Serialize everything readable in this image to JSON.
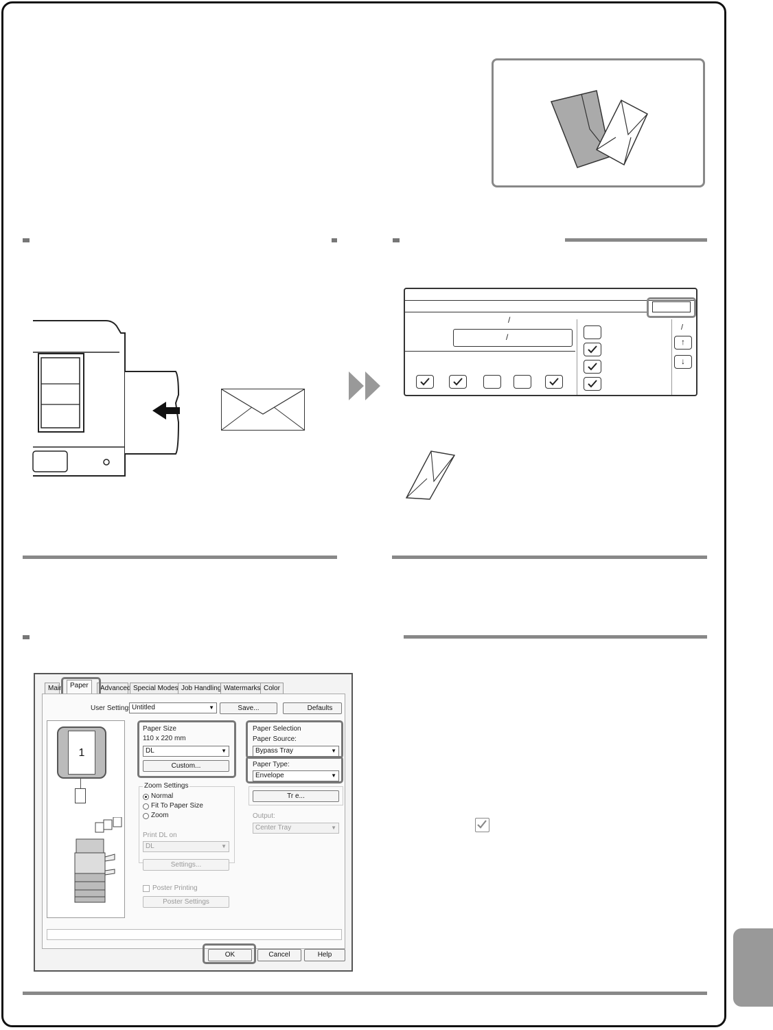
{
  "panel": {
    "slash_1": "/",
    "slash_2": "/",
    "slash_3": "/",
    "up_arrow": "↑",
    "down_arrow": "↓"
  },
  "dialog": {
    "tabs": [
      "Main",
      "Paper",
      "Advanced",
      "Special Modes",
      "Job Handling",
      "Watermarks",
      "Color"
    ],
    "user_settings_label": "User Settings:",
    "user_settings_value": "Untitled",
    "save_button": "Save...",
    "defaults_button": "Defaults",
    "preview_page_number": "1",
    "paper_size_label": "Paper Size",
    "paper_size_dims": "110 x 220 mm",
    "paper_size_value": "DL",
    "custom_button": "Custom...",
    "zoom_settings_label": "Zoom Settings",
    "zoom_normal": "Normal",
    "zoom_fit": "Fit To Paper Size",
    "zoom_zoom": "Zoom",
    "print_on_label": "Print DL on",
    "print_on_value": "DL",
    "settings_button": "Settings...",
    "poster_printing": "Poster Printing",
    "poster_settings_button": "Poster Settings",
    "paper_selection_label": "Paper Selection",
    "paper_source_label": "Paper Source:",
    "paper_source_value": "Bypass Tray",
    "paper_type_label": "Paper Type:",
    "paper_type_value": "Envelope",
    "tray_status_button": "Tr      e...",
    "output_label": "Output:",
    "output_value": "Center Tray",
    "ok_button": "OK",
    "cancel_button": "Cancel",
    "help_button": "Help"
  }
}
